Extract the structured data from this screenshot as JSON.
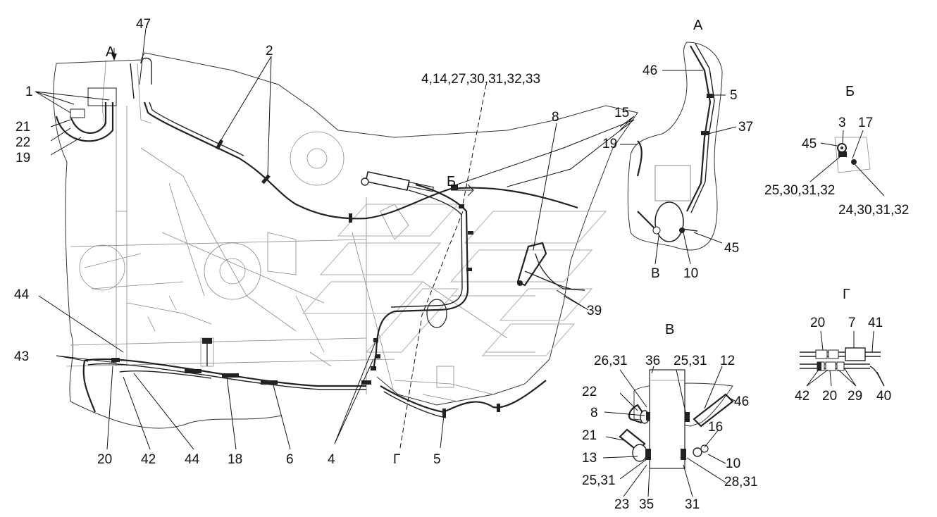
{
  "callouts": {
    "main": {
      "c1": "1",
      "c2": "2",
      "c47": "47",
      "c4group": "4,14,27,30,31,32,33",
      "c8": "8",
      "c15": "15",
      "c21": "21",
      "c22": "22",
      "c19": "19",
      "c44a": "44",
      "c43": "43",
      "c20": "20",
      "c42": "42",
      "c44b": "44",
      "c18": "18",
      "c6": "6",
      "c4": "4",
      "cG": "Г",
      "c5": "5",
      "c39": "39",
      "markA": "А",
      "markB": "Б"
    },
    "viewA": {
      "title": "А",
      "c46": "46",
      "c5": "5",
      "c37": "37",
      "c19": "19",
      "c45": "45",
      "cV": "В",
      "c10": "10"
    },
    "viewB": {
      "title": "Б",
      "c3": "3",
      "c17": "17",
      "c45": "45",
      "c25group": "25,30,31,32",
      "c24group": "24,30,31,32"
    },
    "viewG": {
      "title": "Г",
      "c20a": "20",
      "c7": "7",
      "c41": "41",
      "c42": "42",
      "c20b": "20",
      "c29": "29",
      "c40": "40"
    },
    "viewV": {
      "title": "В",
      "c26": "26,31",
      "c36": "36",
      "c25a": "25,31",
      "c12": "12",
      "c22": "22",
      "c46": "46",
      "c8": "8",
      "c16": "16",
      "c21": "21",
      "c13": "13",
      "c10": "10",
      "c25b": "25,31",
      "c28": "28,31",
      "c23": "23",
      "c35": "35",
      "c31": "31"
    }
  }
}
